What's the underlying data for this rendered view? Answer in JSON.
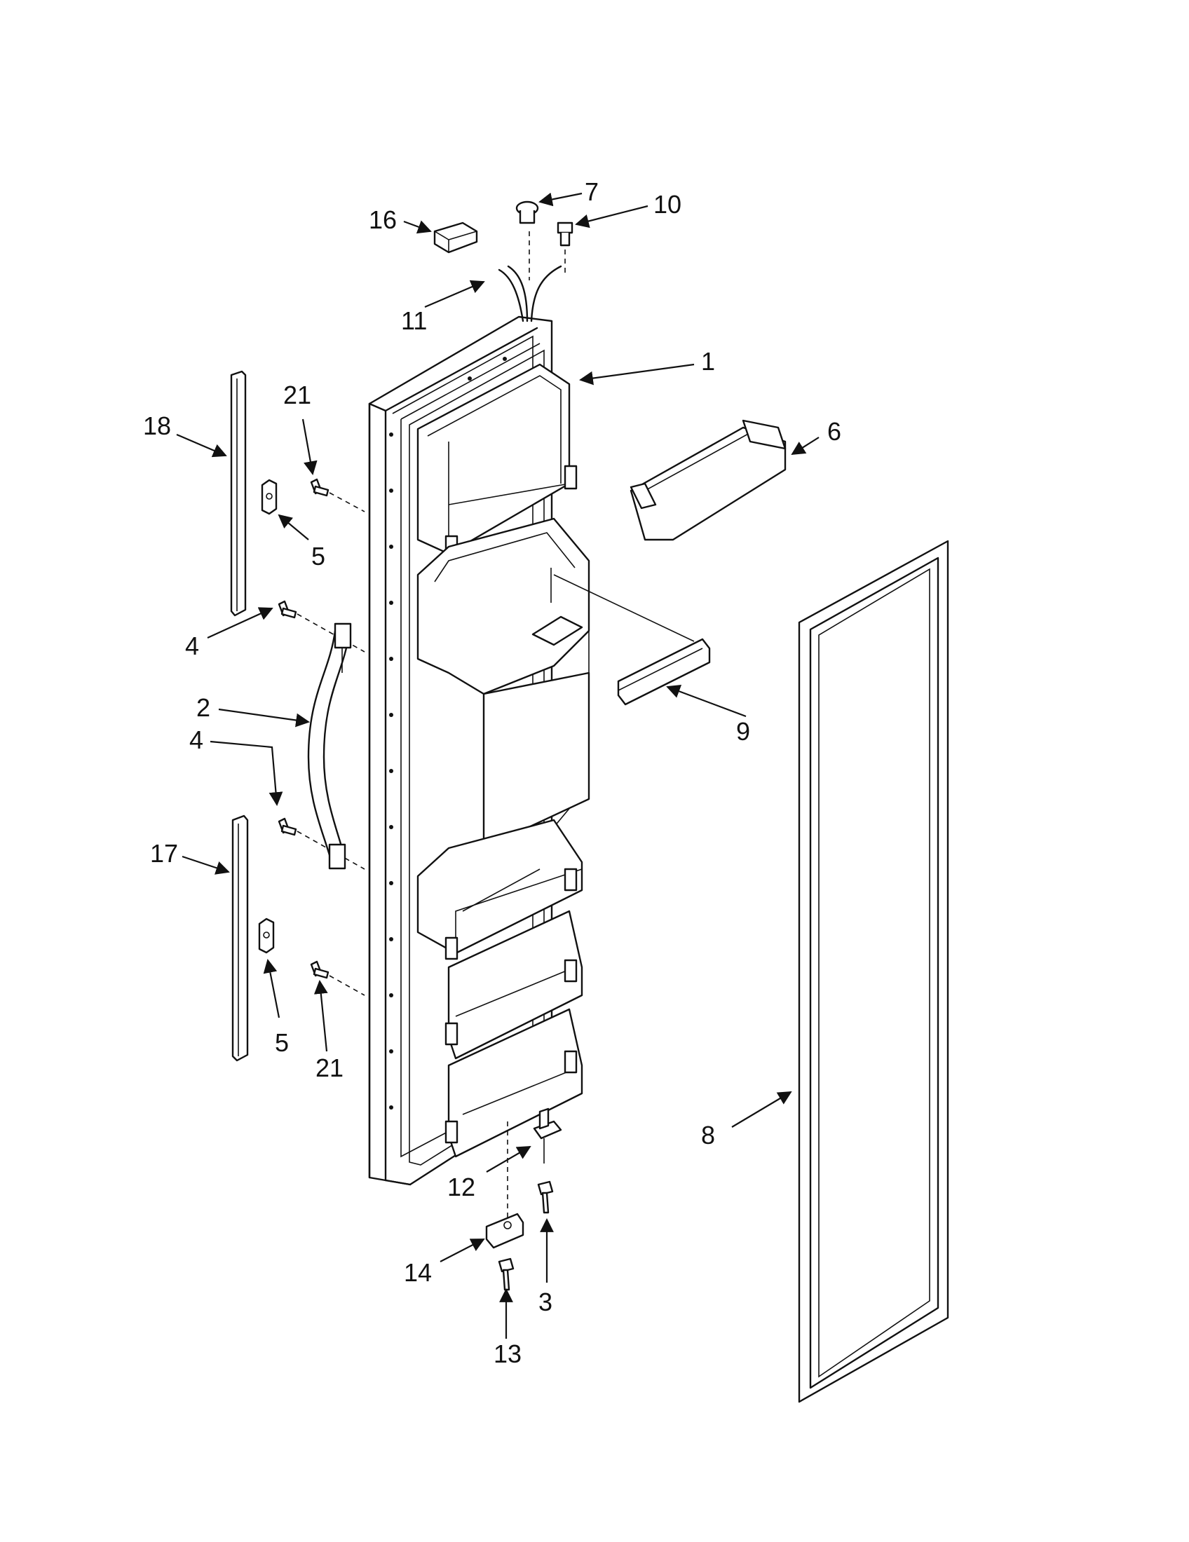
{
  "callouts": [
    {
      "id": "1",
      "label": "1"
    },
    {
      "id": "2",
      "label": "2"
    },
    {
      "id": "3",
      "label": "3"
    },
    {
      "id": "4a",
      "label": "4"
    },
    {
      "id": "4b",
      "label": "4"
    },
    {
      "id": "5a",
      "label": "5"
    },
    {
      "id": "5b",
      "label": "5"
    },
    {
      "id": "6",
      "label": "6"
    },
    {
      "id": "7",
      "label": "7"
    },
    {
      "id": "8",
      "label": "8"
    },
    {
      "id": "9",
      "label": "9"
    },
    {
      "id": "10",
      "label": "10"
    },
    {
      "id": "11",
      "label": "11"
    },
    {
      "id": "12",
      "label": "12"
    },
    {
      "id": "13",
      "label": "13"
    },
    {
      "id": "14",
      "label": "14"
    },
    {
      "id": "16",
      "label": "16"
    },
    {
      "id": "17",
      "label": "17"
    },
    {
      "id": "18",
      "label": "18"
    },
    {
      "id": "21a",
      "label": "21"
    },
    {
      "id": "21b",
      "label": "21"
    }
  ]
}
